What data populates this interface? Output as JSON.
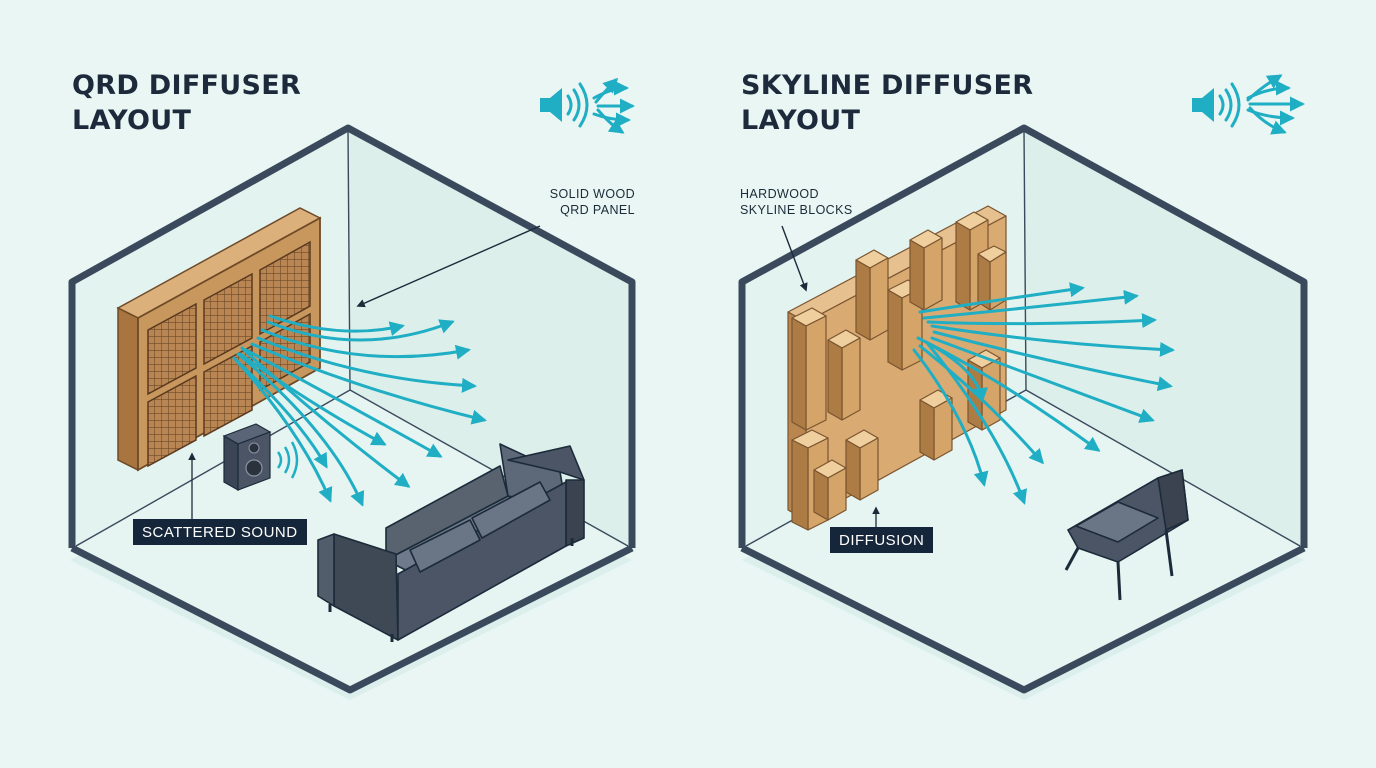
{
  "left": {
    "title_line1": "QRD DIFFUSER",
    "title_line2": "LAYOUT",
    "callout_line1": "SOLID WOOD",
    "callout_line2": "QRD PANEL",
    "tag": "SCATTERED SOUND"
  },
  "right": {
    "title_line1": "SKYLINE DIFFUSER",
    "title_line2": "LAYOUT",
    "callout_line1": "HARDWOOD",
    "callout_line2": "SKYLINE BLOCKS",
    "tag": "DIFFUSION"
  },
  "colors": {
    "background": "#e9f6f3",
    "wall_frame": "#3a4a5c",
    "wood": "#c8975e",
    "sound_arrows": "#20aec4",
    "furniture": "#4b5565",
    "label_bg": "#16263a"
  },
  "icons": [
    "speaker-sound-icon",
    "speaker-box-icon",
    "sofa-icon",
    "chair-icon"
  ]
}
